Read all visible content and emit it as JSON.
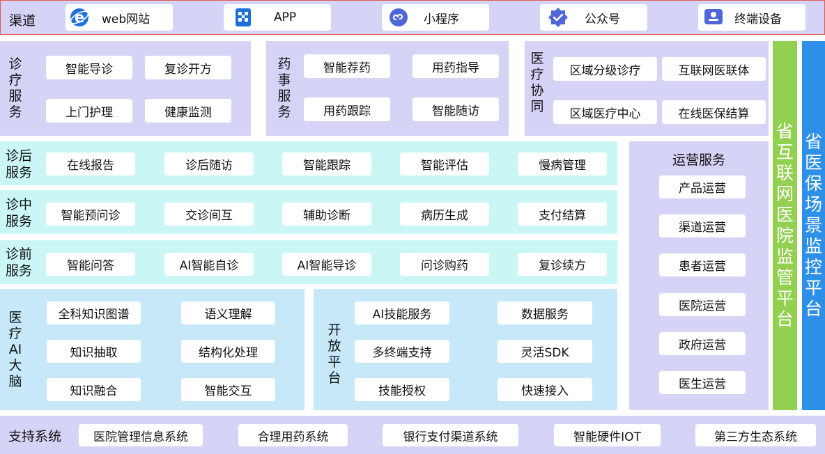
{
  "channels": {
    "label": "渠道",
    "items": [
      {
        "label": "web网站",
        "icon": "ie-browser-icon"
      },
      {
        "label": "APP",
        "icon": "app-grid-icon"
      },
      {
        "label": "小程序",
        "icon": "mini-program-icon"
      },
      {
        "label": "公众号",
        "icon": "verified-badge-icon"
      },
      {
        "label": "终端设备",
        "icon": "terminal-device-icon"
      }
    ]
  },
  "clinic_service": {
    "label": "诊疗服务",
    "items": [
      "智能导诊",
      "复诊开方",
      "上门护理",
      "健康监测"
    ]
  },
  "pharmacy_service": {
    "label": "药事服务",
    "items": [
      "智能荐药",
      "用药指导",
      "用药跟踪",
      "智能随访"
    ]
  },
  "medical_collab": {
    "label": "医疗协同",
    "items": [
      "区域分级诊疗",
      "互联网医联体",
      "区域医疗中心",
      "在线医保结算"
    ]
  },
  "post_service": {
    "label": "诊后服务",
    "items": [
      "在线报告",
      "诊后随访",
      "智能跟踪",
      "智能评估",
      "慢病管理"
    ]
  },
  "in_service": {
    "label": "诊中服务",
    "items": [
      "智能预问诊",
      "交诊间互",
      "辅助诊断",
      "病历生成",
      "支付结算"
    ]
  },
  "pre_service": {
    "label": "诊前服务",
    "items": [
      "智能问答",
      "AI智能自诊",
      "AI智能导诊",
      "问诊购药",
      "复诊续方"
    ]
  },
  "ai_brain": {
    "label": "医疗AI大脑",
    "items": [
      "全科知识图谱",
      "语义理解",
      "知识抽取",
      "结构化处理",
      "知识融合",
      "智能交互"
    ]
  },
  "open_platform": {
    "label": "开放平台",
    "items": [
      "AI技能服务",
      "数据服务",
      "多终端支持",
      "灵活SDK",
      "技能授权",
      "快速接入"
    ]
  },
  "operations": {
    "label": "运营服务",
    "items": [
      "产品运营",
      "渠道运营",
      "患者运营",
      "医院运营",
      "政府运营",
      "医生运营"
    ]
  },
  "side_platforms": {
    "hospital_supervision": "省互联网医院监管平台",
    "insurance_monitoring": "省医保场景监控平台"
  },
  "support": {
    "label": "支持系统",
    "items": [
      "医院管理信息系统",
      "合理用药系统",
      "银行支付渠道系统",
      "智能硬件IOT",
      "第三方生态系统"
    ]
  },
  "colors": {
    "lavender": "#d5d4f7",
    "cyan": "#cbf6f6",
    "sky": "#c6e8f8",
    "green": "#92d050",
    "blue": "#2e8fe8",
    "channel_border": "#e05a4f"
  }
}
